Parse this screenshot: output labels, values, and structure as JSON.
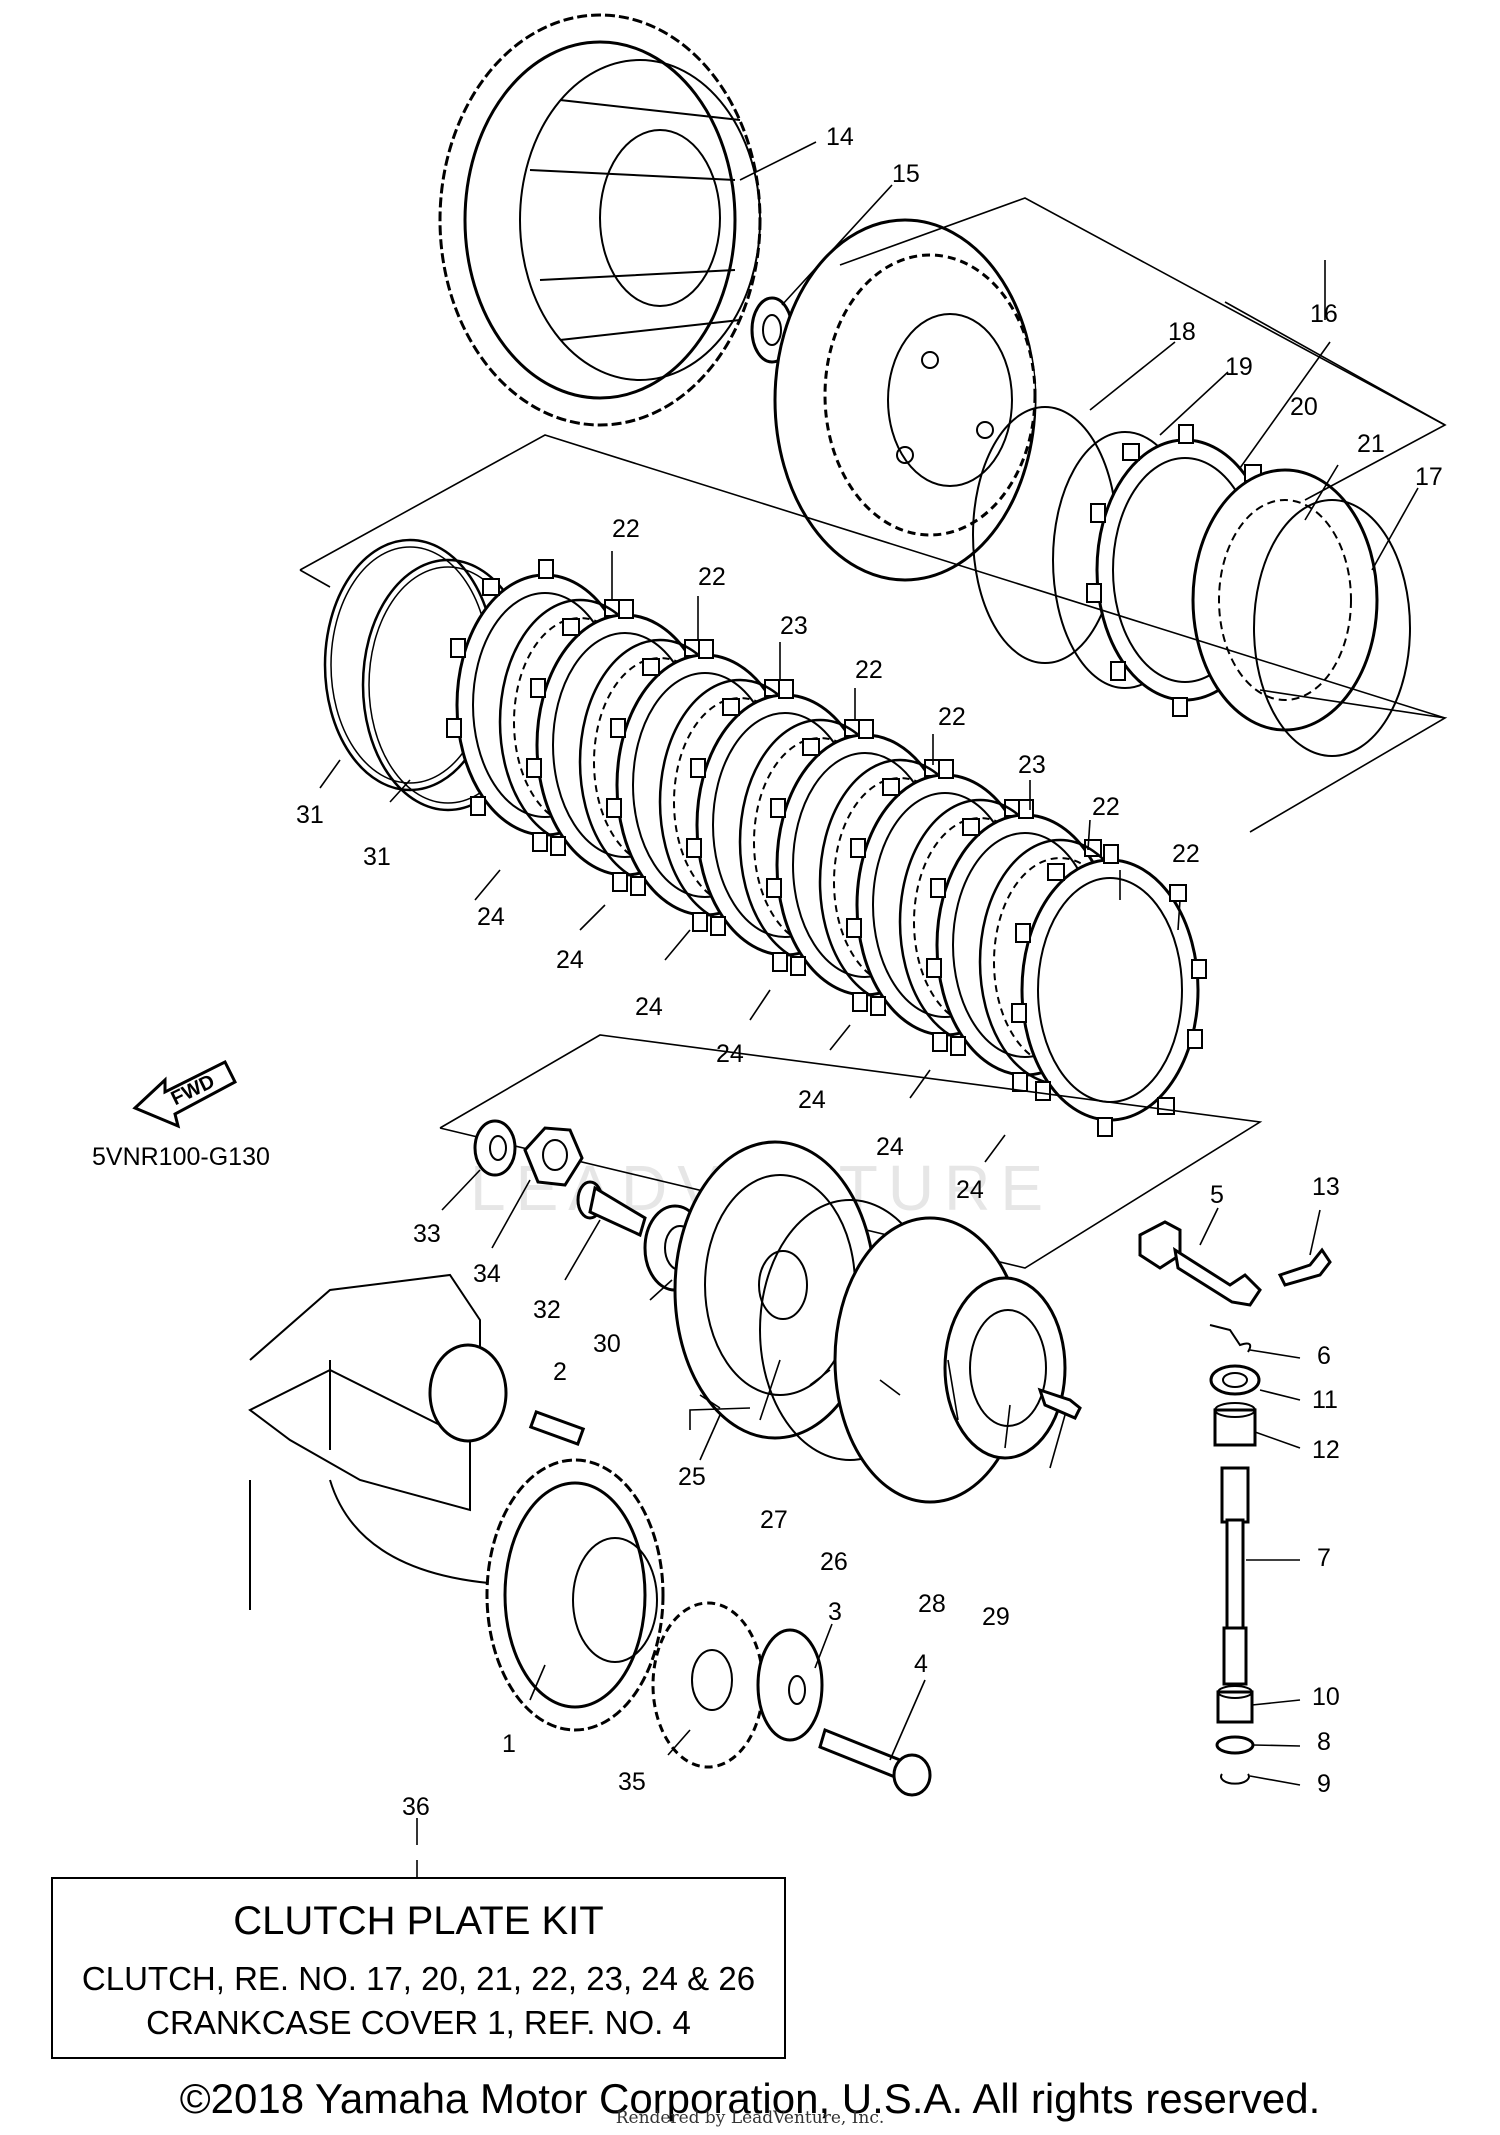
{
  "diagram_code": "5VNR100-G130",
  "fwd_label": "FWD",
  "watermark": "LEADVENTURE",
  "callouts": {
    "c1": "1",
    "c2": "2",
    "c3": "3",
    "c4": "4",
    "c5": "5",
    "c6": "6",
    "c7": "7",
    "c8": "8",
    "c9": "9",
    "c10": "10",
    "c11": "11",
    "c12": "12",
    "c13": "13",
    "c14": "14",
    "c15": "15",
    "c16": "16",
    "c17": "17",
    "c18": "18",
    "c19": "19",
    "c20": "20",
    "c21": "21",
    "c22": "22",
    "c23": "23",
    "c24": "24",
    "c25": "25",
    "c26": "26",
    "c27": "27",
    "c28": "28",
    "c29": "29",
    "c30": "30",
    "c31": "31",
    "c32": "32",
    "c33": "33",
    "c34": "34",
    "c35": "35",
    "c36": "36"
  },
  "kit": {
    "title": "CLUTCH PLATE KIT",
    "line1": "CLUTCH, RE. NO. 17, 20, 21, 22, 23, 24 & 26",
    "line2": "CRANKCASE COVER 1, REF. NO. 4"
  },
  "copyright": "©2018 Yamaha Motor Corporation, U.S.A. All rights reserved.",
  "rendered_by": "Rendered by LeadVenture, Inc."
}
